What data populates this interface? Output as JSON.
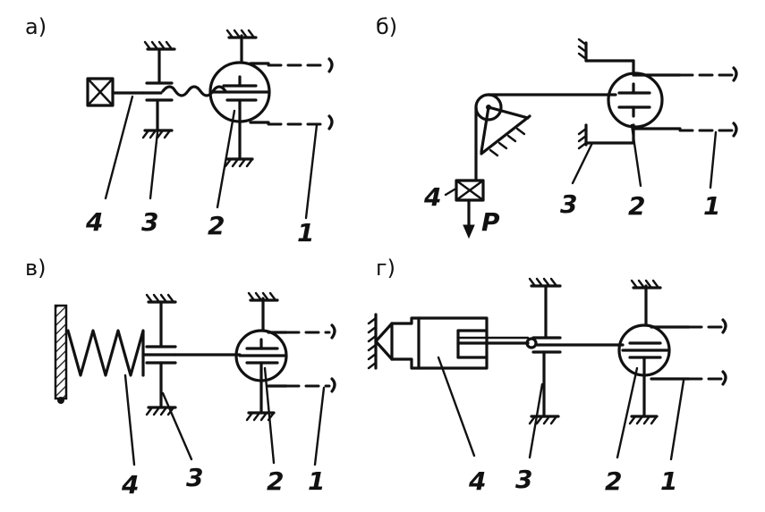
{
  "panels": {
    "a": {
      "letter": "а)",
      "labels": [
        "4",
        "3",
        "2",
        "1"
      ]
    },
    "b": {
      "letter": "б)",
      "labels": [
        "4",
        "3",
        "2",
        "1"
      ],
      "force": "P"
    },
    "v": {
      "letter": "в)",
      "labels": [
        "4",
        "3",
        "2",
        "1"
      ]
    },
    "g": {
      "letter": "г)",
      "labels": [
        "4",
        "3",
        "2",
        "1"
      ]
    }
  }
}
